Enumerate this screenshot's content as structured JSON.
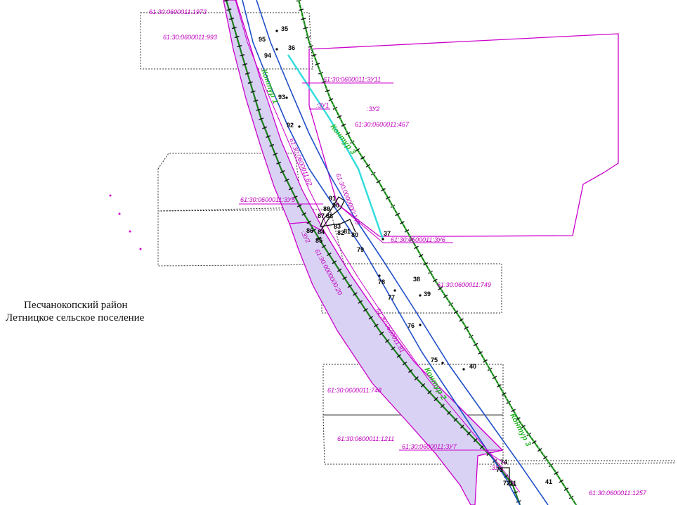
{
  "region": {
    "district": "Песчанокопский район",
    "settlement": "Летницкое сельское поселение"
  },
  "parcels": {
    "p1973": "61:30:0600011:1973",
    "p993": "61:30:0600011:993",
    "zu11": "61:30:0600011:ЗУ11",
    "zu1": ":ЗУ1",
    "zu2_top": ":ЗУ2",
    "p467": "61:30:0600011:467",
    "p82": "61:30:0600011:82",
    "zu5": "61:30:0600011:ЗУ5",
    "p148": "61:30:0000000:148",
    "zu6": "61:30:0600011:ЗУ6",
    "zu2_left": ":ЗУ2",
    "p20": "61:30:0000000:20",
    "p749": "61:30:0600011:749",
    "p81": "61:30:0600011:81",
    "p748": "61:30:0600011:748",
    "p1211": "61:30:0600011:1211",
    "zu7": "61:30:0600011:ЗУ7",
    "zu3": ":ЗУ3",
    "p1257": "61:30:0600011:1257"
  },
  "contours": {
    "k1": "Контур 1",
    "k2": "Контур 2",
    "k3a": "Контур 3",
    "k3b": "Контур 3"
  },
  "points": {
    "p35": "35",
    "p36": "36",
    "p95": "95",
    "p94": "94",
    "p93": "93",
    "p92": "92",
    "p91": "91",
    "p90": "90",
    "p89": "89",
    "p88": "88",
    "p87": "87",
    "p86": "86",
    "p85": "85",
    "p84": "84",
    "p83": "83",
    "p82": "82",
    "p81": "81",
    "p80": "80",
    "p79": "79",
    "p78": "78",
    "p77": "77",
    "p76": "76",
    "p75": "75",
    "p37": "37",
    "p38": "38",
    "p39": "39",
    "p40": "40",
    "p41": "41",
    "p74": "74",
    "p73": "73",
    "p72": "72",
    "p71": "71"
  },
  "colors": {
    "parcel_boundary": "#cc00cc",
    "contour_fill": "#d9d2f5",
    "route_blue": "#1f4fc8",
    "contour_green": "#2bb52b",
    "cyan": "#33dddd",
    "dotted": "#333333"
  }
}
